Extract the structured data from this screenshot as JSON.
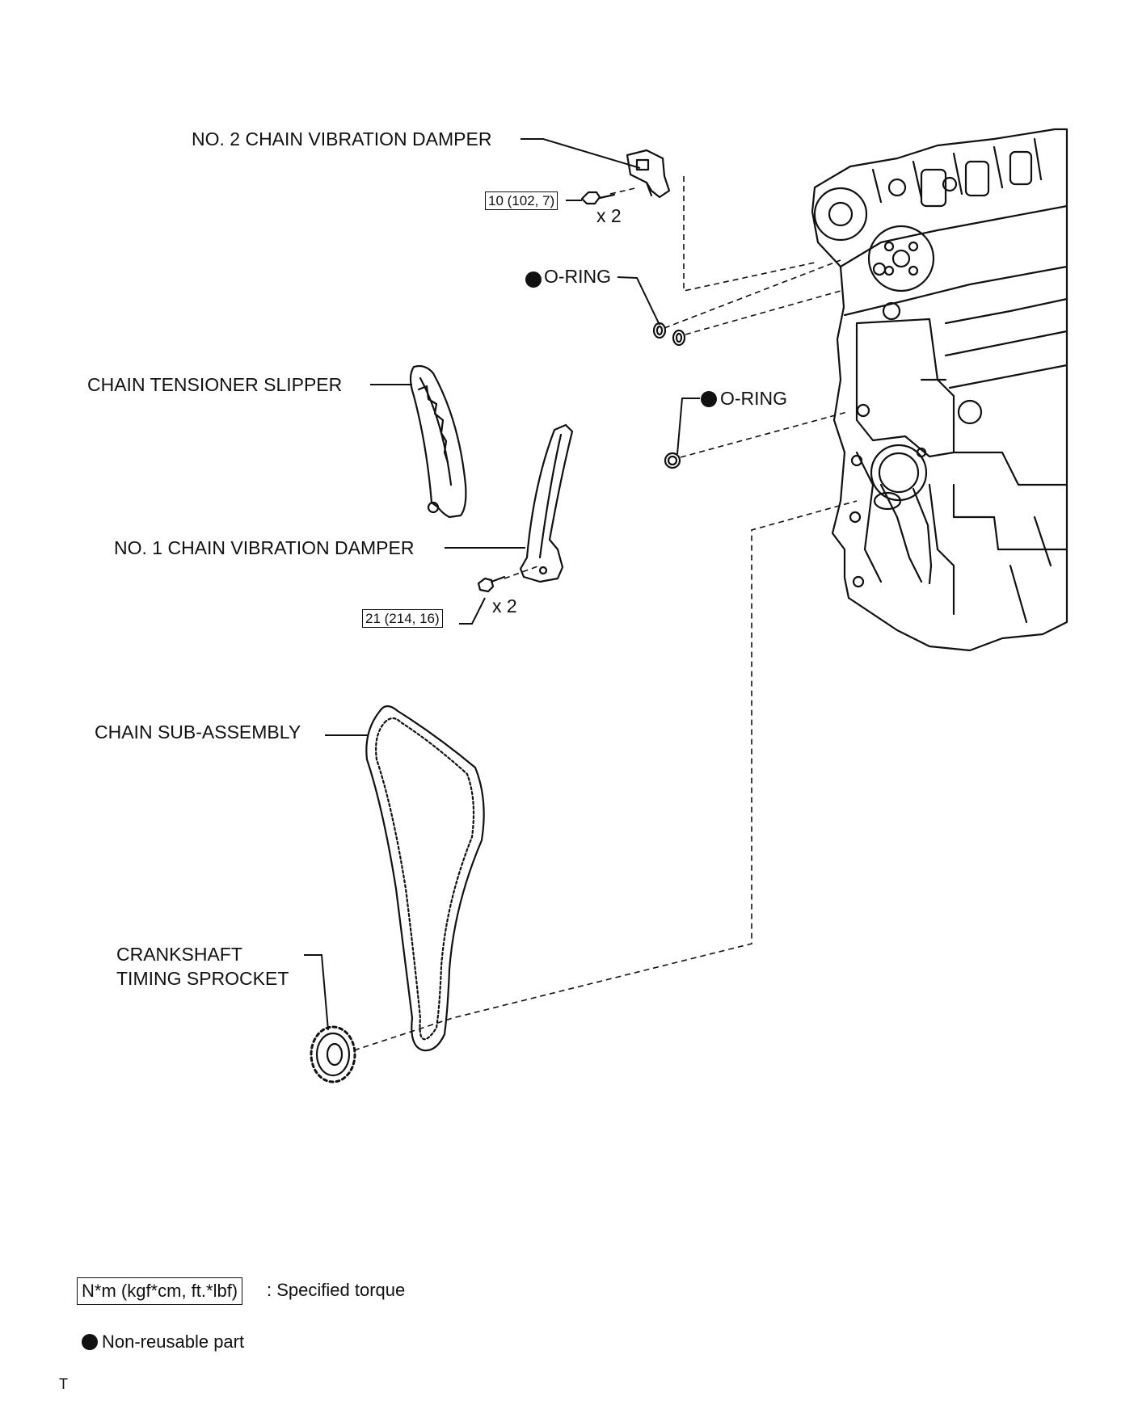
{
  "labels": {
    "no2_damper": "NO. 2 CHAIN VIBRATION DAMPER",
    "oring_upper": "O-RING",
    "tensioner_slipper": "CHAIN TENSIONER SLIPPER",
    "oring_lower": "O-RING",
    "no1_damper": "NO. 1 CHAIN VIBRATION DAMPER",
    "chain": "CHAIN SUB-ASSEMBLY",
    "crank_line1": "CRANKSHAFT",
    "crank_line2": "TIMING SPROCKET"
  },
  "torques": {
    "no2_bolt": "10 (102, 7)",
    "no2_qty": "x 2",
    "no1_bolt": "21 (214, 16)",
    "no1_qty": "x 2"
  },
  "legend": {
    "torque_box": "N*m (kgf*cm, ft.*lbf)",
    "torque_desc": ": Specified torque",
    "nonreusable_desc": "Non-reusable part"
  },
  "corner_mark": "T",
  "colors": {
    "ink": "#111111",
    "paper": "#ffffff"
  }
}
